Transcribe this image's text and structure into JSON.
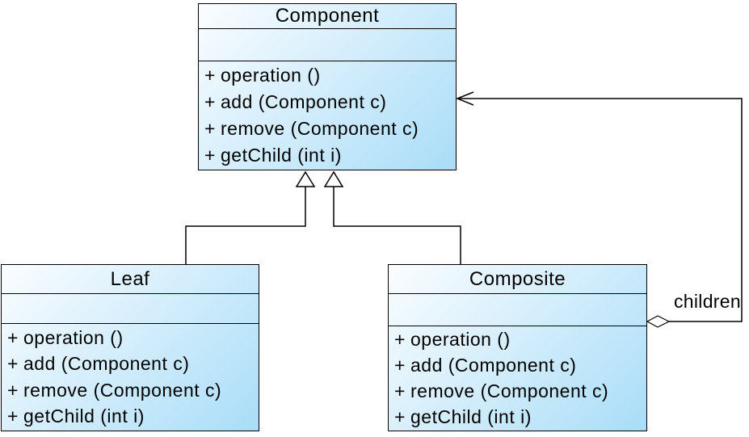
{
  "classes": [
    {
      "name": "Component",
      "attributes": [],
      "methods": [
        {
          "vis": "+",
          "sig": "operation ()"
        },
        {
          "vis": "+",
          "sig": "add (Component c)"
        },
        {
          "vis": "+",
          "sig": "remove (Component c)"
        },
        {
          "vis": "+",
          "sig": "getChild (int i)"
        }
      ]
    },
    {
      "name": "Leaf",
      "attributes": [],
      "methods": [
        {
          "vis": "+",
          "sig": "operation ()"
        },
        {
          "vis": "+",
          "sig": "add (Component c)"
        },
        {
          "vis": "+",
          "sig": "remove (Component c)"
        },
        {
          "vis": "+",
          "sig": "getChild (int i)"
        }
      ]
    },
    {
      "name": "Composite",
      "attributes": [],
      "methods": [
        {
          "vis": "+",
          "sig": "operation ()"
        },
        {
          "vis": "+",
          "sig": "add (Component c)"
        },
        {
          "vis": "+",
          "sig": "remove (Component c)"
        },
        {
          "vis": "+",
          "sig": "getChild (int i)"
        }
      ]
    }
  ],
  "relations": [
    {
      "type": "generalization",
      "from": "Leaf",
      "to": "Component",
      "label": ""
    },
    {
      "type": "generalization",
      "from": "Composite",
      "to": "Component",
      "label": ""
    },
    {
      "type": "aggregation",
      "from": "Composite",
      "to": "Component",
      "label": "children"
    }
  ],
  "colors": {
    "gradient_start": "#fbfdff",
    "gradient_end": "#a9ddf8",
    "line": "#000000",
    "background": "#ffffff"
  }
}
